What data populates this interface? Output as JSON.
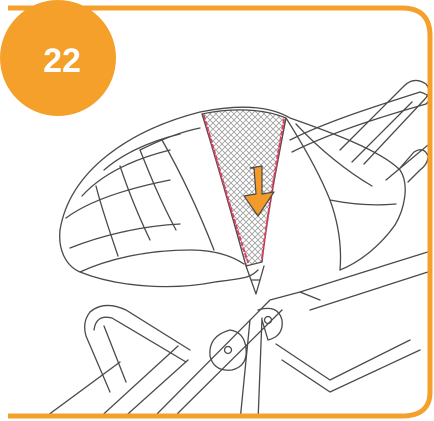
{
  "step": {
    "number": "22"
  },
  "colors": {
    "accent": "#F5A02A",
    "line_art": "#4A4A4A",
    "zipper_dashes": "#E04060",
    "arrow": "#F29B2B",
    "mesh": "#BDBDBD",
    "background": "#FFFFFF"
  },
  "illustration": {
    "subject": "stroller canopy",
    "action_arrow_direction": "down"
  }
}
